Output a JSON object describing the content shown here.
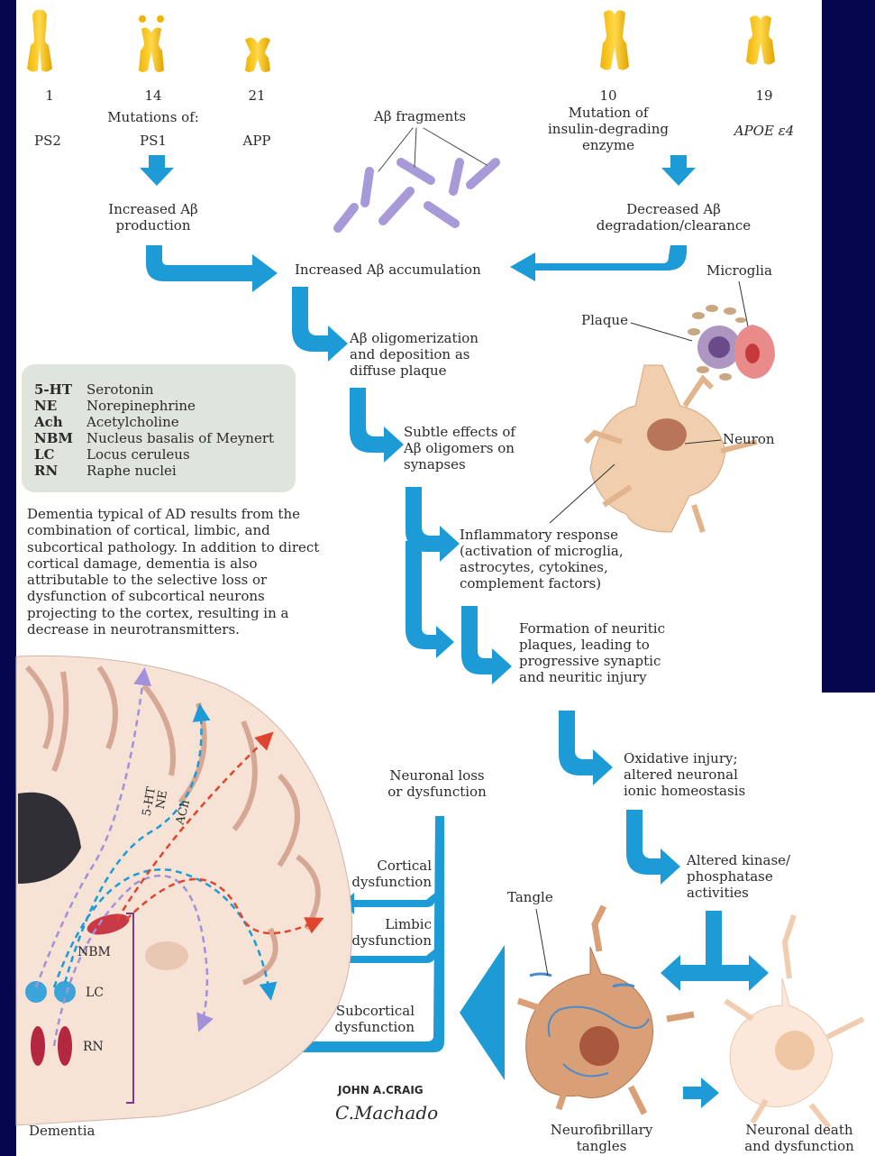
{
  "chromosomes": [
    {
      "number": "1",
      "gene": "PS2"
    },
    {
      "number": "14",
      "gene": "PS1",
      "header": "Mutations of:"
    },
    {
      "number": "21",
      "gene": "APP"
    },
    {
      "number": "10",
      "gene": "Mutation of\ninsulin-degrading\nenzyme"
    },
    {
      "number": "19",
      "gene": "APOE ε4"
    }
  ],
  "fragments_label": "Aβ fragments",
  "flow": {
    "increased_production": "Increased Aβ\nproduction",
    "decreased_degradation": "Decreased Aβ\ndegradation/clearance",
    "increased_accumulation": "Increased Aβ accumulation",
    "oligomerization": "Aβ oligomerization\nand deposition as\ndiffuse plaque",
    "subtle_effects": "Subtle effects of\nAβ oligomers on\nsynapses",
    "inflammatory": "Inflammatory response\n(activation of microglia,\nastrocytes, cytokines,\ncomplement factors)",
    "neuritic_plaques": "Formation of neuritic\nplaques, leading to\nprogressive synaptic\nand neuritic injury",
    "oxidative": "Oxidative injury;\naltered neuronal\nionic homeostasis",
    "kinase": "Altered kinase/\nphosphatase\nactivities",
    "neuronal_loss": "Neuronal loss\nor dysfunction",
    "cortical": "Cortical\ndysfunction",
    "limbic": "Limbic\ndysfunction",
    "subcortical": "Subcortical\ndysfunction",
    "tangles": "Neurofibrillary\ntangles",
    "neuronal_death": "Neuronal death\nand dysfunction",
    "dementia": "Dementia"
  },
  "cell_labels": {
    "microglia": "Microglia",
    "plaque": "Plaque",
    "neuron": "Neuron",
    "tangle": "Tangle"
  },
  "legend": [
    {
      "abbr": "5-HT",
      "full": "Serotonin"
    },
    {
      "abbr": "NE",
      "full": "Norepinephrine"
    },
    {
      "abbr": "Ach",
      "full": "Acetylcholine"
    },
    {
      "abbr": "NBM",
      "full": "Nucleus basalis of Meynert"
    },
    {
      "abbr": "LC",
      "full": "Locus ceruleus"
    },
    {
      "abbr": "RN",
      "full": "Raphe nuclei"
    }
  ],
  "description": "Dementia typical of AD results from the combination of cortical, limbic, and subcortical pathology. In addition to direct cortical damage, dementia is also attributable to the selective loss or dysfunction of subcortical neurons projecting to the cortex, resulting in a decrease in neurotransmitters.",
  "brain_labels": {
    "ht": "5-HT",
    "ne": "NE",
    "ach": "ACh",
    "nbm": "NBM",
    "lc": "LC",
    "rn": "RN"
  },
  "signature": {
    "line1": "JOHN A.CRAIG",
    "line2": "C.Machado"
  },
  "colors": {
    "arrow": "#1c9bd6",
    "background_dark": "#06064e",
    "legend_bg": "#dfe5dd",
    "fragment": "#a89ad8",
    "neuron": "#f1cfae"
  }
}
